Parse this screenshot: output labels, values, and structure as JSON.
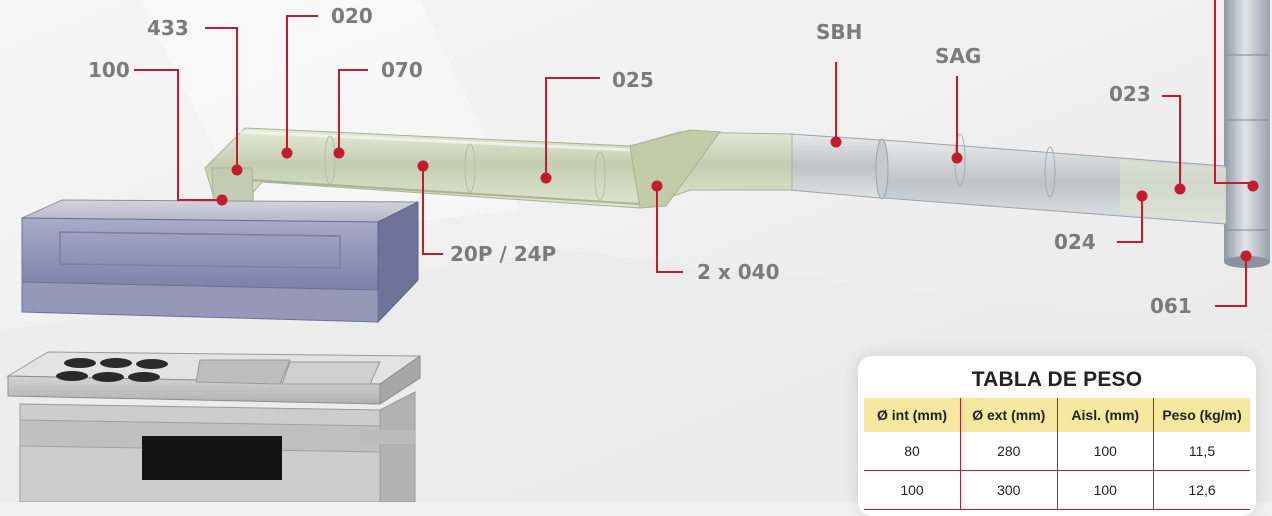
{
  "callouts": {
    "c433": "433",
    "c020": "020",
    "c100": "100",
    "c070": "070",
    "c025": "025",
    "cSBH": "SBH",
    "cSAG": "SAG",
    "c023": "023",
    "c20P": "20P / 24P",
    "c2x040": "2 x 040",
    "c024": "024",
    "c061": "061"
  },
  "weight_table": {
    "title": "TABLA DE PESO",
    "headers": [
      "Ø int (mm)",
      "Ø ext (mm)",
      "Aisl. (mm)",
      "Peso (kg/m)"
    ],
    "rows": [
      [
        "80",
        "280",
        "100",
        "11,5"
      ],
      [
        "100",
        "300",
        "100",
        "12,6"
      ]
    ]
  },
  "colors": {
    "marker_dot": "#c21d2e",
    "leader_line": "#c21d2e",
    "callout_text": "#7b7b7b",
    "table_header_bg": "#f5e6a0",
    "duct_fill": "#c9d3b7",
    "hood_fill": "#8e93b8",
    "chimney_fill": "#aeb6c2"
  }
}
